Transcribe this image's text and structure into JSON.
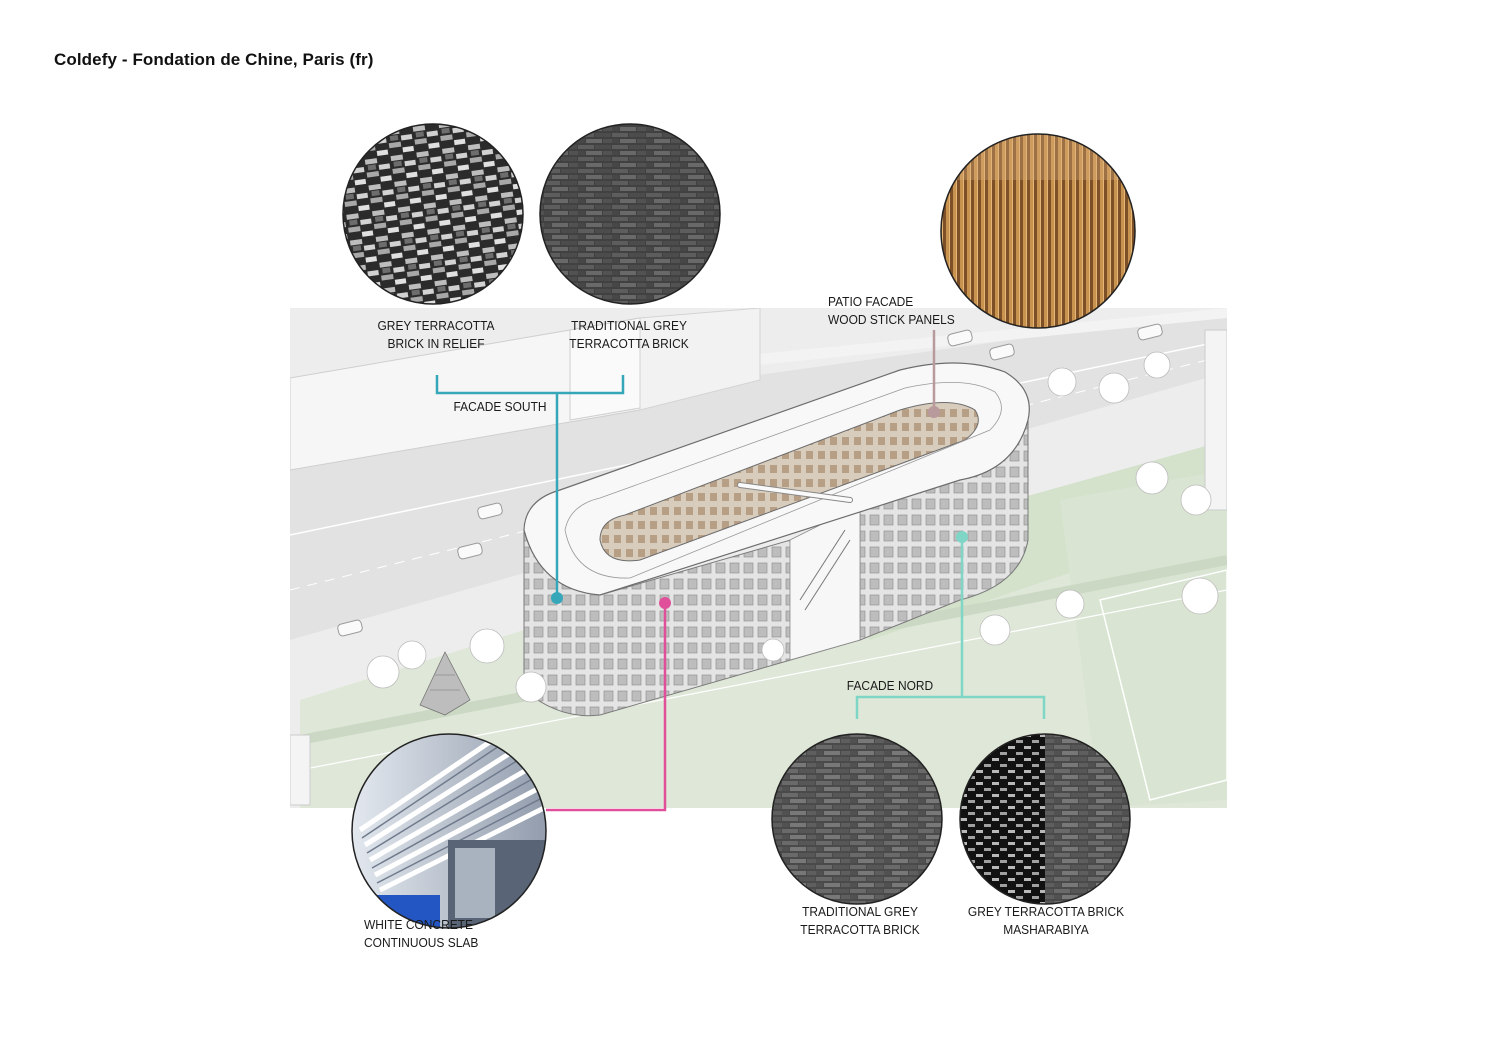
{
  "header": {
    "title": "Coldefy - Fondation de Chine, Paris (fr)"
  },
  "groups": {
    "south": {
      "label": "FACADE SOUTH",
      "color": "#35a7b9"
    },
    "nord": {
      "label": "FACADE NORD",
      "color": "#7fd6c6"
    }
  },
  "materials": {
    "relief_brick": {
      "line1": "GREY TERRACOTTA",
      "line2": "BRICK IN RELIEF"
    },
    "traditional_brick_south": {
      "line1": "TRADITIONAL GREY",
      "line2": "TERRACOTTA BRICK"
    },
    "wood_panels": {
      "line1": "PATIO FACADE",
      "line2": "WOOD STICK PANELS",
      "color": "#b89a9d"
    },
    "concrete_slab": {
      "line1": "WHITE CONCRETE",
      "line2": "CONTINUOUS SLAB",
      "color": "#e0509a"
    },
    "traditional_brick_nord": {
      "line1": "TRADITIONAL GREY",
      "line2": "TERRACOTTA BRICK"
    },
    "masharabiya": {
      "line1": "GREY TERRACOTTA BRICK",
      "line2": "MASHARABIYA"
    }
  },
  "icons": {
    "building": "isometric-building-illustration",
    "tree": "tree-icon",
    "car": "car-icon"
  }
}
